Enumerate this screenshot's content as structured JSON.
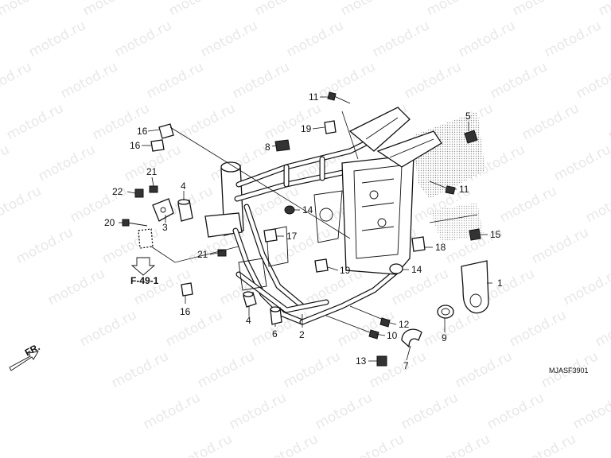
{
  "diagram": {
    "watermark_text": "motod.ru",
    "catalog_code": "MJASF3901",
    "reference_label": "F-49-1",
    "front_label": "FR.",
    "callouts": [
      {
        "id": "c1",
        "text": "1"
      },
      {
        "id": "c2",
        "text": "2"
      },
      {
        "id": "c3",
        "text": "3"
      },
      {
        "id": "c4a",
        "text": "4"
      },
      {
        "id": "c4b",
        "text": "4"
      },
      {
        "id": "c5",
        "text": "5"
      },
      {
        "id": "c6",
        "text": "6"
      },
      {
        "id": "c7",
        "text": "7"
      },
      {
        "id": "c8",
        "text": "8"
      },
      {
        "id": "c9",
        "text": "9"
      },
      {
        "id": "c10",
        "text": "10"
      },
      {
        "id": "c11a",
        "text": "11"
      },
      {
        "id": "c11b",
        "text": "11"
      },
      {
        "id": "c12",
        "text": "12"
      },
      {
        "id": "c13",
        "text": "13"
      },
      {
        "id": "c14a",
        "text": "14"
      },
      {
        "id": "c14b",
        "text": "14"
      },
      {
        "id": "c15",
        "text": "15"
      },
      {
        "id": "c16a",
        "text": "16"
      },
      {
        "id": "c16b",
        "text": "16"
      },
      {
        "id": "c16c",
        "text": "16"
      },
      {
        "id": "c17",
        "text": "17"
      },
      {
        "id": "c18",
        "text": "18"
      },
      {
        "id": "c19a",
        "text": "19"
      },
      {
        "id": "c19b",
        "text": "19"
      },
      {
        "id": "c20",
        "text": "20"
      },
      {
        "id": "c21a",
        "text": "21"
      },
      {
        "id": "c21b",
        "text": "21"
      },
      {
        "id": "c22",
        "text": "22"
      }
    ]
  }
}
